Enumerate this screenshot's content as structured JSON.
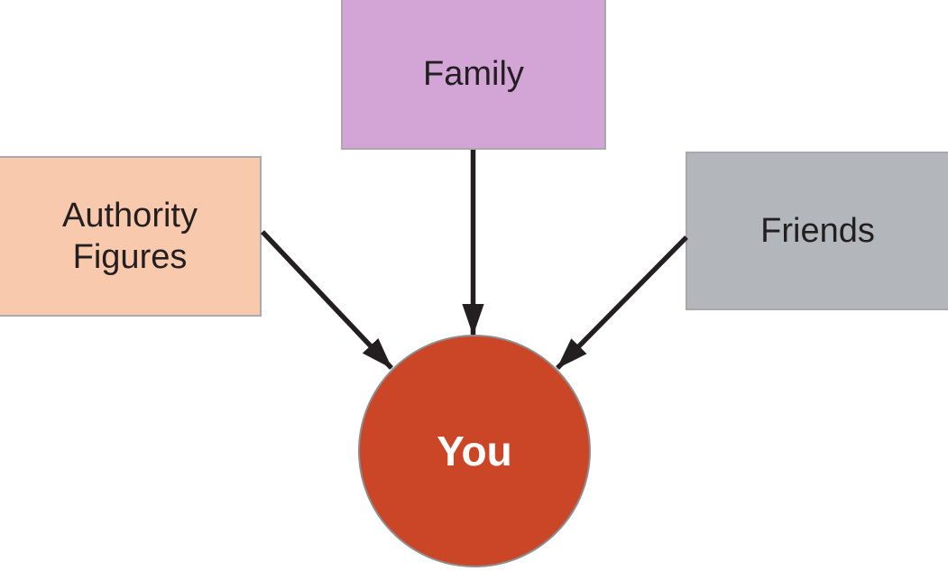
{
  "diagram": {
    "background": "#ffffff",
    "center": {
      "id": "you",
      "label": "You",
      "fill": "#cb4627",
      "border_color": "#8f8c8d",
      "text_color": "#ffffff"
    },
    "nodes": [
      {
        "id": "family",
        "label": "Family",
        "fill": "#d3a5d6",
        "position": "top"
      },
      {
        "id": "authority-figures",
        "label": "Authority Figures",
        "fill": "#f8c9ac",
        "position": "left"
      },
      {
        "id": "friends",
        "label": "Friends",
        "fill": "#b3b7bc",
        "position": "right"
      }
    ],
    "connections": [
      {
        "from": "Family",
        "to": "You"
      },
      {
        "from": "Authority Figures",
        "to": "You"
      },
      {
        "from": "Friends",
        "to": "You"
      }
    ],
    "arrow_color": "#231f20",
    "node_border_color": "#aba7ac",
    "label_color": "#231f20"
  }
}
